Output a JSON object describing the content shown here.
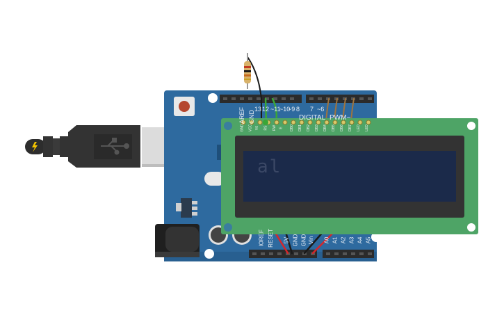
{
  "colors": {
    "board": "#2e6a9f",
    "board_dark": "#1e4f7a",
    "lcd_pcb": "#4ea466",
    "lcd_frame": "#333333",
    "lcd_screen": "#1b2a4a",
    "lcd_text": "#3b4866",
    "usb_cable": "#333333",
    "wire_red": "#d7262a",
    "wire_black": "#1a1a1a",
    "wire_green": "#3aa636",
    "wire_brown": "#a0743d"
  },
  "icons": [
    "usb-plug-icon",
    "lightning-icon",
    "reset-button-icon"
  ],
  "lcd": {
    "display_text": "al"
  },
  "board_labels": {
    "aref": "AREF",
    "gnd": "GND",
    "pin13": "13",
    "pin12": "12",
    "pin11": "~11",
    "pin10": "~10",
    "pin9": "~9",
    "pin8": "8",
    "pin7": "7",
    "pin6": "~6",
    "digital": "DIGITAL",
    "pwm": "PWM~",
    "ioref": "IOREF",
    "reset": "RESET",
    "v5": "5V",
    "gnd1": "GND",
    "gnd2": "GND",
    "vin": "Vin",
    "a0": "A0",
    "a1": "A1",
    "a2": "A2",
    "a3": "A3",
    "a4": "A4",
    "a5": "A5"
  },
  "lcd_pins": [
    "GND",
    "VCC",
    "V0",
    "RS",
    "RW",
    "E",
    "DB0",
    "DB1",
    "DB2",
    "DB3",
    "DB4",
    "DB5",
    "DB6",
    "DB7",
    "LED",
    "LED"
  ]
}
